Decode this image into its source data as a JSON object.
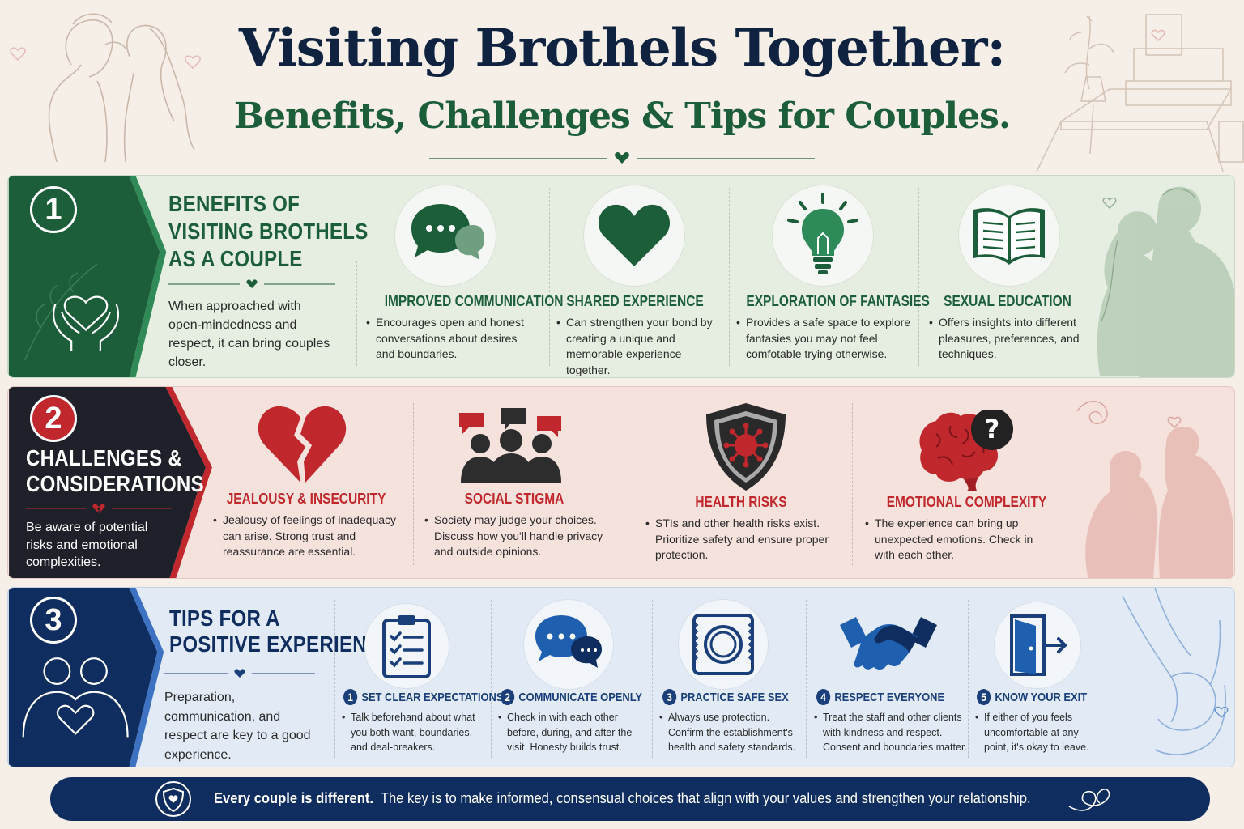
{
  "header": {
    "title": "Visiting Brothels Together:",
    "subtitle": "Benefits, Challenges & Tips for Couples."
  },
  "colors": {
    "green": "#1d5e3a",
    "red": "#c0282d",
    "navy": "#0f2d5e",
    "dark": "#1e2129"
  },
  "benefits": {
    "number": "1",
    "title_lines": [
      "BENEFITS OF",
      "VISITING BROTHELS",
      "AS A COUPLE"
    ],
    "description": "When approached with open-mindedness and respect, it can bring couples closer.",
    "icon": "heart-hands-icon",
    "items": [
      {
        "icon": "chat-bubbles-icon",
        "title": "IMPROVED COMMUNICATION",
        "text": "Encourages open and honest conversations about desires and boundaries."
      },
      {
        "icon": "heart-icon",
        "title": "SHARED EXPERIENCE",
        "text": "Can strengthen your bond by creating a unique and memorable experience together."
      },
      {
        "icon": "lightbulb-icon",
        "title": "EXPLORATION OF FANTASIES",
        "text": "Provides a safe space to explore fantasies you may not feel comfotable trying otherwise."
      },
      {
        "icon": "open-book-icon",
        "title": "SEXUAL EDUCATION",
        "text": "Offers insights into different pleasures, preferences, and techniques."
      }
    ]
  },
  "challenges": {
    "number": "2",
    "title_lines": [
      "CHALLENGES &",
      "CONSIDERATIONS"
    ],
    "description": "Be aware of potential risks and emotional complexities.",
    "items": [
      {
        "icon": "broken-heart-icon",
        "title": "JEALOUSY & INSECURITY",
        "text": "Jealousy of feelings of inadequacy can arise. Strong trust and reassurance are essential."
      },
      {
        "icon": "people-speech-icon",
        "title": "SOCIAL STIGMA",
        "text": "Society may judge your choices. Discuss how you'll handle privacy and outside opinions."
      },
      {
        "icon": "virus-shield-icon",
        "title": "HEALTH RISKS",
        "text": "STIs and other health risks exist. Prioritize safety and ensure proper protection."
      },
      {
        "icon": "brain-question-icon",
        "title": "EMOTIONAL COMPLEXITY",
        "text": "The experience can bring up unexpected emotions. Check in with each other."
      }
    ]
  },
  "tips": {
    "number": "3",
    "title_lines": [
      "TIPS FOR A",
      "POSITIVE EXPERIENCE"
    ],
    "description": "Preparation, communication, and respect are key to a good experience.",
    "icon": "couple-heart-icon",
    "items": [
      {
        "num": "1",
        "icon": "clipboard-checklist-icon",
        "title": "SET CLEAR EXPECTATIONS",
        "text": "Talk beforehand about what you both want, boundaries, and deal-breakers."
      },
      {
        "num": "2",
        "icon": "chat-bubbles-icon",
        "title": "COMMUNICATE OPENLY",
        "text": "Check in with each other before, during, and after the visit. Honesty builds trust."
      },
      {
        "num": "3",
        "icon": "condom-icon",
        "title": "PRACTICE SAFE SEX",
        "text": "Always use protection. Confirm the establishment's health and safety standards."
      },
      {
        "num": "4",
        "icon": "handshake-icon",
        "title": "RESPECT EVERYONE",
        "text": "Treat the staff and other clients with kindness and respect. Consent and boundaries matter."
      },
      {
        "num": "5",
        "icon": "exit-door-icon",
        "title": "KNOW YOUR EXIT",
        "text": "If either of you feels uncomfortable at any point, it's okay to leave."
      }
    ]
  },
  "footer": {
    "bold": "Every couple is different.",
    "text": "The key is to make informed, consensual choices that align with your values and strengthen your relationship."
  }
}
